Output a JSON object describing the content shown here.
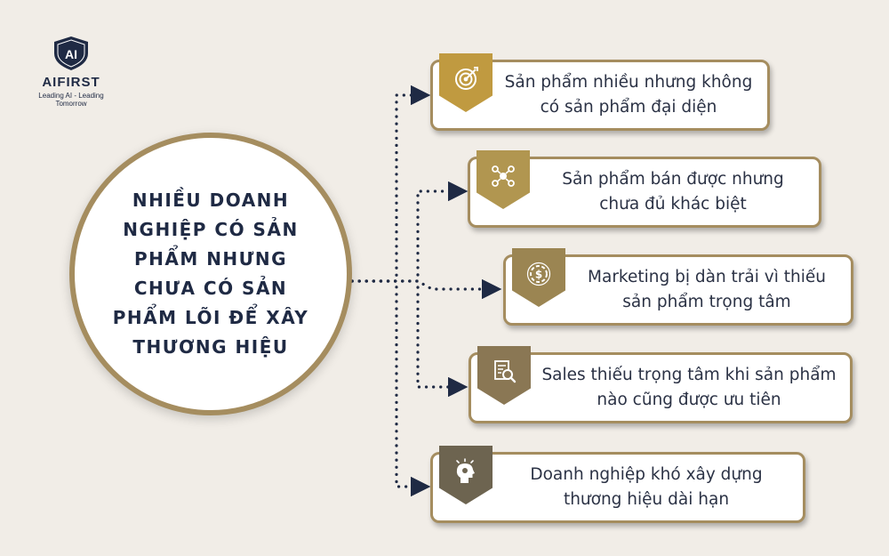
{
  "brand": {
    "logo_mark": "AI",
    "name": "AIFIRST",
    "tagline": "Leading AI - Leading Tomorrow"
  },
  "center": {
    "title": "NHIỀU DOANH NGHIỆP CÓ SẢN PHẨM NHƯNG CHƯA CÓ SẢN PHẨM LÕI ĐỂ XÂY THƯƠNG HIỆU"
  },
  "items": [
    {
      "text": "Sản phẩm nhiều nhưng không có sản phẩm đại diện",
      "icon": "target-icon",
      "badge_color": "#c09a40"
    },
    {
      "text": "Sản phẩm bán được nhưng chưa đủ khác biệt",
      "icon": "people-network-icon",
      "badge_color": "#b19650"
    },
    {
      "text": "Marketing bị dàn trải vì thiếu sản phẩm trọng tâm",
      "icon": "money-gear-icon",
      "badge_color": "#9b8552"
    },
    {
      "text": "Sales thiếu trọng tâm khi sản phẩm nào cũng được ưu tiên",
      "icon": "document-search-icon",
      "badge_color": "#8a7754"
    },
    {
      "text": "Doanh nghiệp khó xây dựng thương hiệu dài hạn",
      "icon": "head-idea-icon",
      "badge_color": "#6d6450"
    }
  ],
  "colors": {
    "background": "#f1ede7",
    "gold_border": "#a58d5f",
    "navy_text": "#1f2a44",
    "connector": "#1f2a44"
  }
}
